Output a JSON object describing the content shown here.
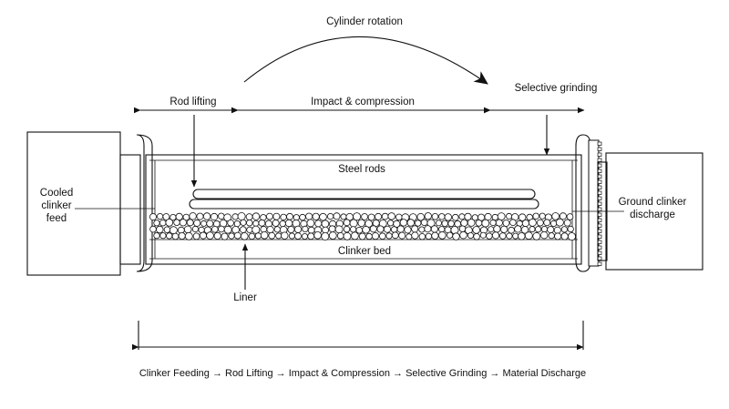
{
  "labels": {
    "cylinder_rotation": "Cylinder rotation",
    "rod_lifting": "Rod lifting",
    "impact_compression": "Impact & compression",
    "selective_grinding": "Selective grinding",
    "steel_rods": "Steel rods",
    "cooled_clinker_feed": [
      "Cooled",
      "clinker",
      "feed"
    ],
    "ground_clinker_discharge": [
      "Ground clinker",
      "discharge"
    ],
    "clinker_bed": "Clinker bed",
    "liner": "Liner"
  },
  "process_flow": "Clinker Feeding → Rod Lifting → Impact & Compression → Selective Grinding → Material Discharge",
  "colors": {
    "line": "#111111",
    "ball_fill": "#ffffff",
    "background": "#ffffff"
  }
}
